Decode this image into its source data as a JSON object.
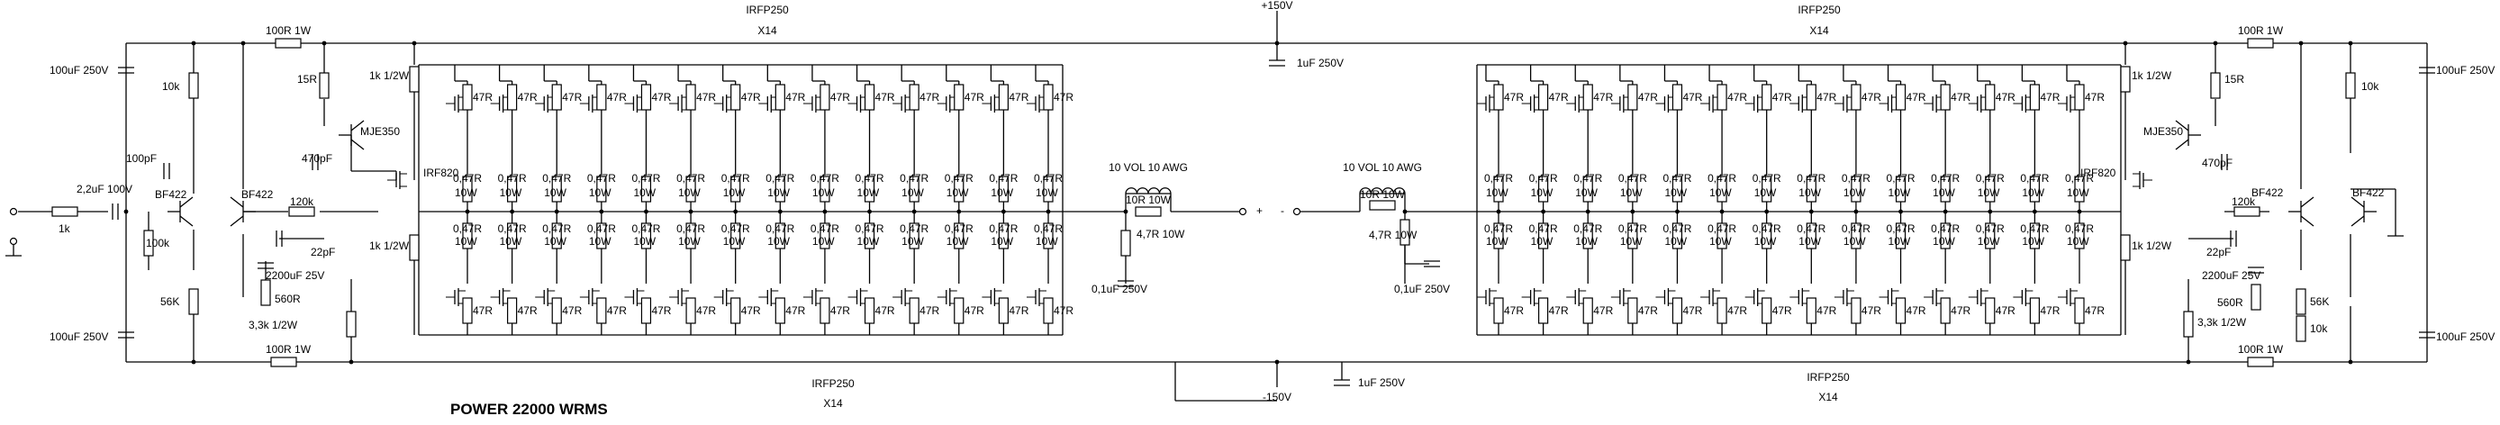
{
  "title": "POWER 22000 WRMS",
  "rails": {
    "positive": "+150V",
    "negative": "-150V"
  },
  "capacitors": {
    "rail_filter": "1uF 250V",
    "supply_left_top": "100uF 250V",
    "supply_left_bottom": "100uF 250V",
    "supply_right_top": "100uF 250V",
    "supply_right_bottom": "100uF 250V",
    "input_coupling": "2,2uF 100V",
    "miller": "100pF",
    "vas_comp": "470pF",
    "feedback_small": "22pF",
    "feedback_bypass": "2200uF 25V",
    "zobel": "0,1uF 250V"
  },
  "resistors": {
    "supply_drop": "100R 1W",
    "input_series": "1k",
    "input_bias": "100k",
    "ltp_tail": "10k",
    "ltp_emitter": "56K",
    "vas_emitter": "15R",
    "driver_bias": "1k 1/2W",
    "feedback": "120k",
    "feedback_ground": "560R",
    "bias_network": "3,3k 1/2W",
    "gate": "47R",
    "source": "0,47R",
    "source_power": "10W",
    "inductor_parallel": "10R 10W",
    "zobel": "4,7R 10W"
  },
  "semiconductors": {
    "input_pair": "BF422",
    "vas": "MJE350",
    "driver": "IRF820",
    "outputs": "IRFP250",
    "outputs_count": "X14"
  },
  "inductor": "10 VOL 10 AWG",
  "output_terminals": {
    "plus": "+",
    "minus": "-"
  }
}
